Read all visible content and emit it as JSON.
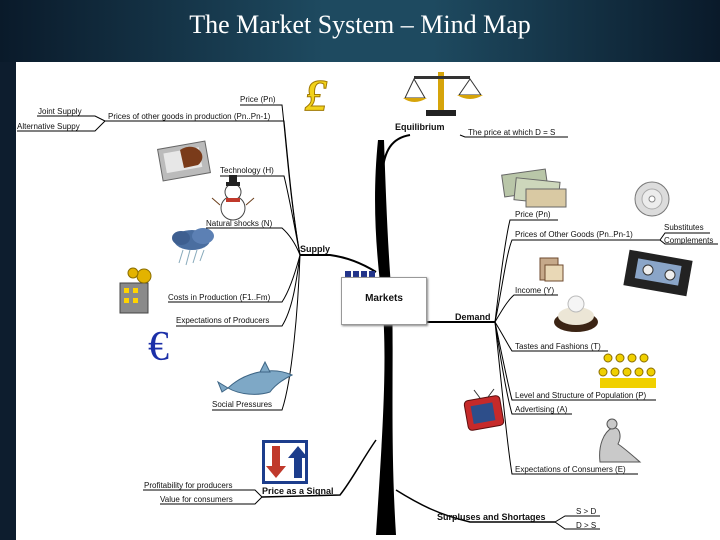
{
  "title": "The Market System – Mind Map",
  "center": "Markets",
  "branches": {
    "supply": "Supply",
    "demand": "Demand",
    "equilibrium": "Equilibrium",
    "price_signal": "Price as a Signal",
    "surpluses": "Surpluses and Shortages"
  },
  "supply_items": {
    "price": "Price (Pn)",
    "other_goods": "Prices of other goods in production (Pn..Pn-1)",
    "joint_supply": "Joint Supply",
    "alt_supply": "Alternative Suppy",
    "technology": "Technology (H)",
    "natural_shocks": "Natural shocks (N)",
    "costs": "Costs in Production (F1..Fm)",
    "expectations": "Expectations of Producers",
    "social": "Social Pressures"
  },
  "equilibrium_items": {
    "price_where": "The price at which D = S"
  },
  "demand_items": {
    "price": "Price (Pn)",
    "other_goods": "Prices of Other Goods (Pn..Pn-1)",
    "substitutes": "Substitutes",
    "complements": "Complements",
    "income": "Income (Y)",
    "tastes": "Tastes and Fashions (T)",
    "population": "Level and Structure of Population (P)",
    "advertising": "Advertising (A)",
    "expectations": "Expectations of Consumers (E)"
  },
  "signal_items": {
    "profitability": "Profitability for producers",
    "value": "Value for consumers"
  },
  "surplus_items": {
    "s_gt_d": "S > D",
    "d_gt_s": "D > S"
  },
  "icons": {
    "pound": "£",
    "euro": "€",
    "bills": "banknotes-icon",
    "scales": "balance-scale-icon",
    "cd": "cd-icon",
    "vhs": "video-tape-icon"
  }
}
